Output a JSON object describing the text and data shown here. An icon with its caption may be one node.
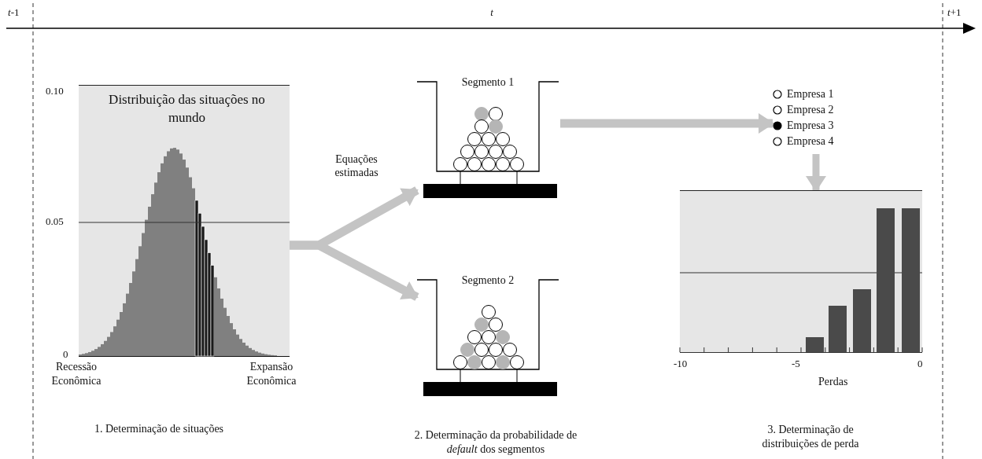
{
  "diagram": {
    "nodes": [
      {
        "text": [
          "Distribuição das situações no mundo"
        ]
      },
      {
        "text": [
          "Segmento 1"
        ]
      },
      {
        "text": [
          "Segmento 2"
        ]
      },
      {
        "text": [
          "Empresa 1",
          "Empresa 2",
          "Empresa 3",
          "Empresa 4"
        ]
      },
      {
        "text": [],
        "shape": "box"
      }
    ],
    "edges": [
      {
        "from": 0,
        "to": 1,
        "arrow": "to",
        "label": "Equações estimadas"
      },
      {
        "from": 0,
        "to": 2,
        "arrow": "to"
      },
      {
        "from": 1,
        "to": 3,
        "arrow": "to"
      },
      {
        "from": 3,
        "to": 4,
        "arrow": "to"
      }
    ],
    "labels": [
      "*t*-1",
      "t",
      "*t*+1",
      "0.10",
      "0.05",
      "0",
      "Recessão Econômica",
      "Expansão Econômica",
      "-10",
      "-5",
      "0",
      "Perdas",
      "1. Determinação de situações",
      "2. Determinação da probabilidade de *default* dos segmentos",
      "3. Determinação de distribuições de perda"
    ]
  }
}
